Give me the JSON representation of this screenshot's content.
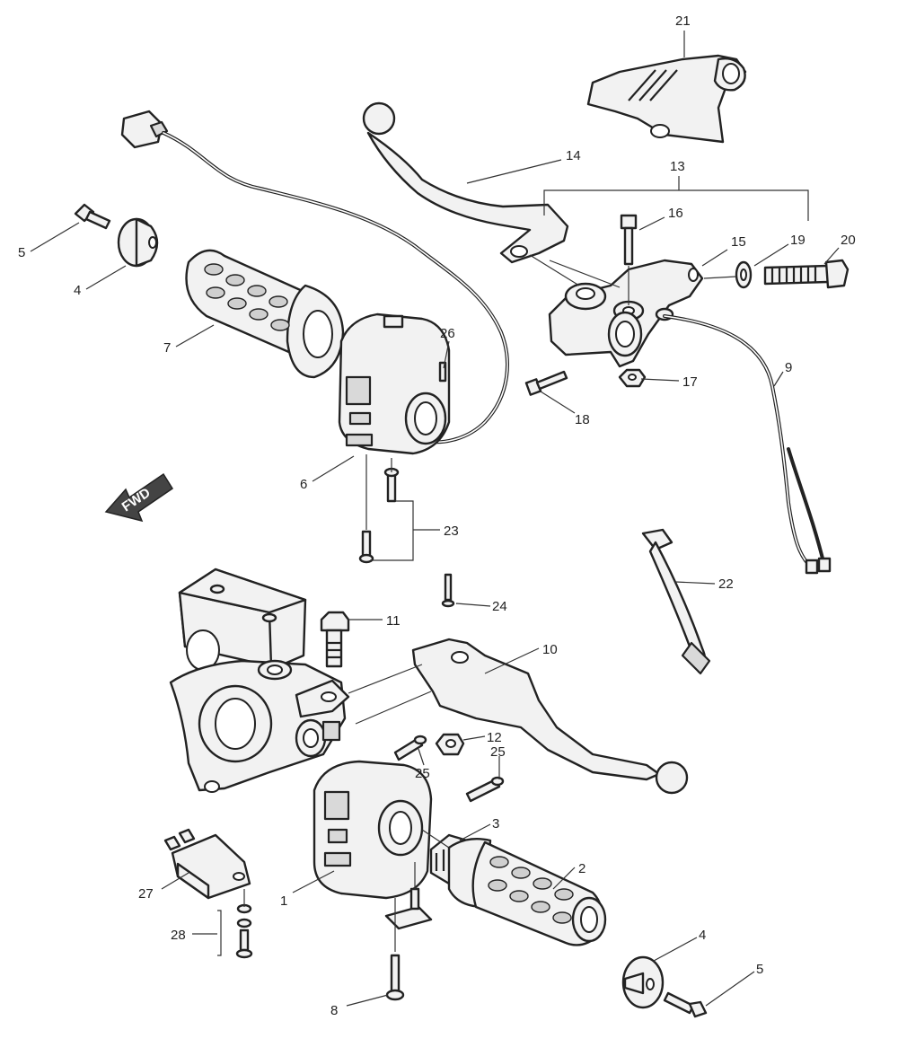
{
  "diagram": {
    "direction_label": "FWD",
    "callouts": [
      {
        "id": "c21",
        "label": "21"
      },
      {
        "id": "c14",
        "label": "14"
      },
      {
        "id": "c13",
        "label": "13"
      },
      {
        "id": "c16",
        "label": "16"
      },
      {
        "id": "c15",
        "label": "15"
      },
      {
        "id": "c19",
        "label": "19"
      },
      {
        "id": "c20",
        "label": "20"
      },
      {
        "id": "c5a",
        "label": "5"
      },
      {
        "id": "c4a",
        "label": "4"
      },
      {
        "id": "c7",
        "label": "7"
      },
      {
        "id": "c26",
        "label": "26"
      },
      {
        "id": "c17",
        "label": "17"
      },
      {
        "id": "c9",
        "label": "9"
      },
      {
        "id": "c18",
        "label": "18"
      },
      {
        "id": "c6",
        "label": "6"
      },
      {
        "id": "c23",
        "label": "23"
      },
      {
        "id": "c24",
        "label": "24"
      },
      {
        "id": "c22",
        "label": "22"
      },
      {
        "id": "c11",
        "label": "11"
      },
      {
        "id": "c10",
        "label": "10"
      },
      {
        "id": "c12",
        "label": "12"
      },
      {
        "id": "c25a",
        "label": "25"
      },
      {
        "id": "c25b",
        "label": "25"
      },
      {
        "id": "c3",
        "label": "3"
      },
      {
        "id": "c2",
        "label": "2"
      },
      {
        "id": "c27",
        "label": "27"
      },
      {
        "id": "c1",
        "label": "1"
      },
      {
        "id": "c28",
        "label": "28"
      },
      {
        "id": "c4b",
        "label": "4"
      },
      {
        "id": "c5b",
        "label": "5"
      },
      {
        "id": "c8",
        "label": "8"
      }
    ]
  }
}
